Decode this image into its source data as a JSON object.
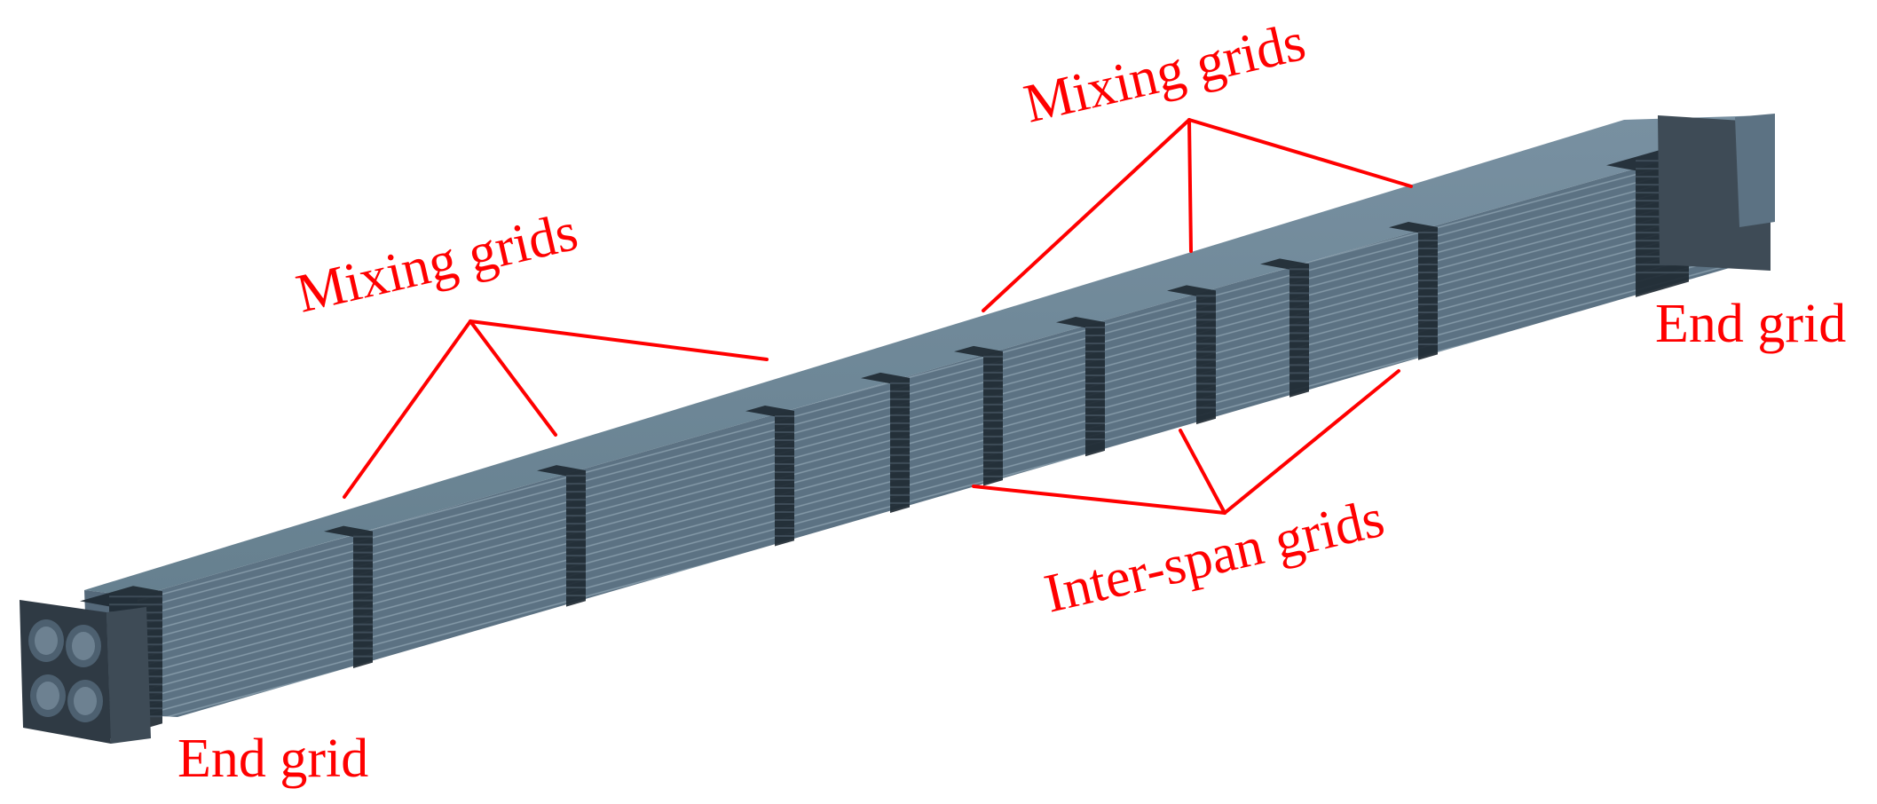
{
  "figure": {
    "labels": {
      "mixing_grids_left": "Mixing grids",
      "mixing_grids_right": "Mixing grids",
      "inter_span_grids": "Inter-span grids",
      "end_grid_left": "End grid",
      "end_grid_right": "End grid"
    },
    "colors": {
      "annotation": "#ff0000",
      "rod_top": "#6f8596",
      "rod_side": "#5a6f80",
      "grid_band": "#1f2a33",
      "end_plate": "#2f3a44"
    }
  }
}
